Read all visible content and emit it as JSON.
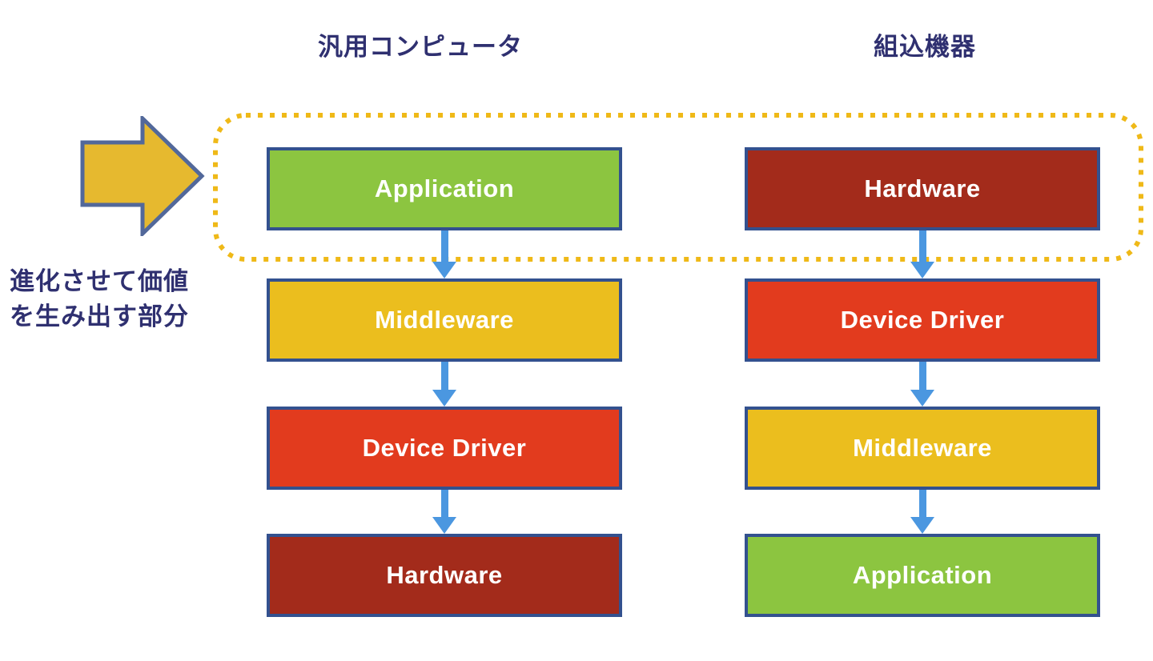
{
  "diagram": {
    "columns": [
      {
        "title": "汎用コンピュータ",
        "boxes": [
          {
            "label": "Application",
            "color": "box-green"
          },
          {
            "label": "Middleware",
            "color": "box-yellow"
          },
          {
            "label": "Device Driver",
            "color": "box-red"
          },
          {
            "label": "Hardware",
            "color": "box-darkred"
          }
        ]
      },
      {
        "title": "組込機器",
        "boxes": [
          {
            "label": "Hardware",
            "color": "box-darkred"
          },
          {
            "label": "Device Driver",
            "color": "box-red"
          },
          {
            "label": "Middleware",
            "color": "box-yellow"
          },
          {
            "label": "Application",
            "color": "box-green"
          }
        ]
      }
    ],
    "annotation": {
      "line1": "進化させて価値",
      "line2": "を生み出す部分"
    }
  },
  "colors": {
    "box-green": "#8CC540",
    "box-yellow": "#EBBE1E",
    "box-red": "#E23B1E",
    "box-darkred": "#A32B1B",
    "box-border": "#33518F",
    "arrow-blue": "#4B97E0",
    "dotted-gold": "#EFB918",
    "bigarrow-fill": "#E6B92F",
    "bigarrow-stroke": "#52689A",
    "text-navy": "#2F3070"
  }
}
